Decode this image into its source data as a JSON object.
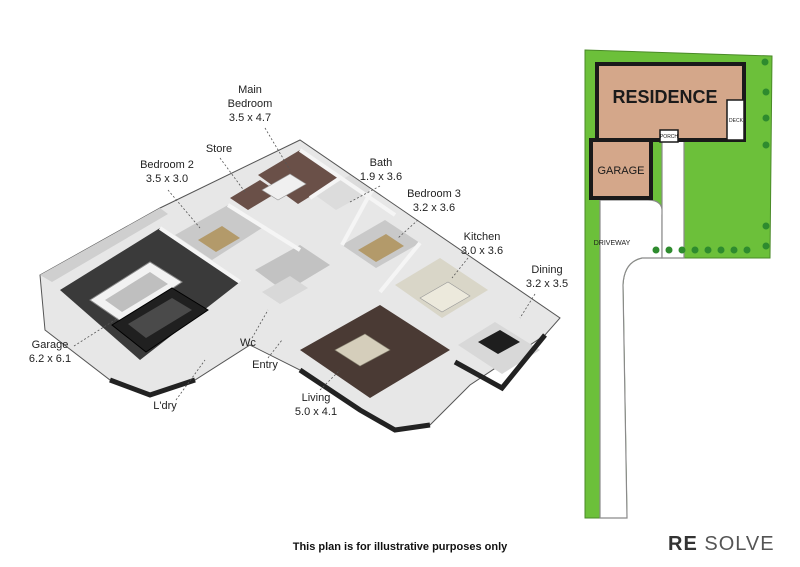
{
  "rooms": [
    {
      "key": "main_bedroom",
      "name_lines": [
        "Main",
        "Bedroom"
      ],
      "size": "3.5 x 4.7"
    },
    {
      "key": "store",
      "name_lines": [
        "Store"
      ],
      "size": ""
    },
    {
      "key": "bedroom2",
      "name_lines": [
        "Bedroom 2"
      ],
      "size": "3.5 x 3.0"
    },
    {
      "key": "bath",
      "name_lines": [
        "Bath"
      ],
      "size": "1.9 x 3.6"
    },
    {
      "key": "bedroom3",
      "name_lines": [
        "Bedroom 3"
      ],
      "size": "3.2 x 3.6"
    },
    {
      "key": "kitchen",
      "name_lines": [
        "Kitchen"
      ],
      "size": "3.0 x 3.6"
    },
    {
      "key": "dining",
      "name_lines": [
        "Dining"
      ],
      "size": "3.2 x 3.5"
    },
    {
      "key": "garage",
      "name_lines": [
        "Garage"
      ],
      "size": "6.2 x 6.1"
    },
    {
      "key": "wc",
      "name_lines": [
        "Wc"
      ],
      "size": ""
    },
    {
      "key": "entry",
      "name_lines": [
        "Entry"
      ],
      "size": ""
    },
    {
      "key": "laundry",
      "name_lines": [
        "L'dry"
      ],
      "size": ""
    },
    {
      "key": "living",
      "name_lines": [
        "Living"
      ],
      "size": "5.0 x 4.1"
    }
  ],
  "site_plan": {
    "residence": "RESIDENCE",
    "garage": "GARAGE",
    "deck": "DECK",
    "porch": "PORCH",
    "driveway": "DRIVEWAY"
  },
  "colors": {
    "lawn": "#6cc03a",
    "residence_fill": "#d4a78a",
    "building_outline": "#1a1a1a",
    "road_outline": "#8a8a8a"
  },
  "footer": {
    "note": "This plan is for illustrative purposes only",
    "brand_a": "RE",
    "brand_b": "SOLVE"
  }
}
